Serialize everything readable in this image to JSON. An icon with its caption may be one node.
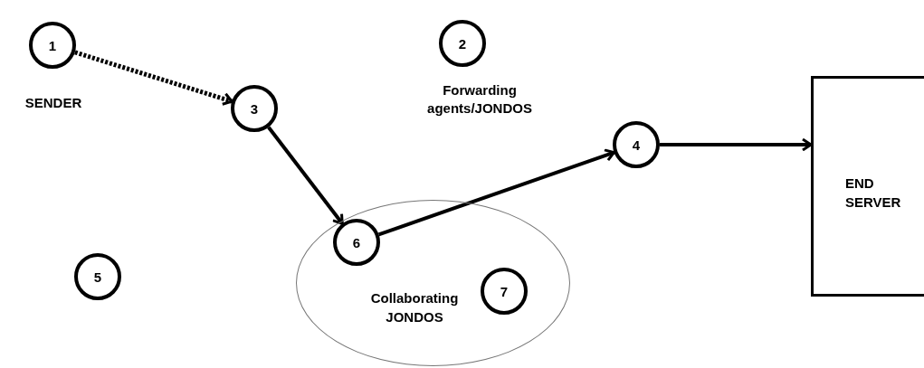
{
  "diagram": {
    "nodes": [
      {
        "text": [
          "1"
        ],
        "beside": [
          "SENDER"
        ]
      },
      {
        "text": [
          "2"
        ],
        "beside": [
          "Forwarding agents/JONDOS"
        ]
      },
      {
        "text": [
          "3"
        ]
      },
      {
        "text": [
          "4"
        ]
      },
      {
        "text": [
          "END SERVER"
        ]
      },
      {
        "text": [
          "5"
        ]
      },
      {
        "text": [
          "Collaborating JONDOS"
        ]
      },
      {
        "text": [
          "6"
        ],
        "in": 6
      },
      {
        "text": [
          "7"
        ],
        "in": 6
      }
    ],
    "edges": [
      {
        "from": 0,
        "to": 2,
        "arrow": "to",
        "style": "dashed"
      },
      {
        "from": 2,
        "to": 7,
        "arrow": "to"
      },
      {
        "from": 7,
        "to": 3,
        "arrow": "to"
      },
      {
        "from": 3,
        "to": 4,
        "arrow": "to"
      }
    ]
  }
}
